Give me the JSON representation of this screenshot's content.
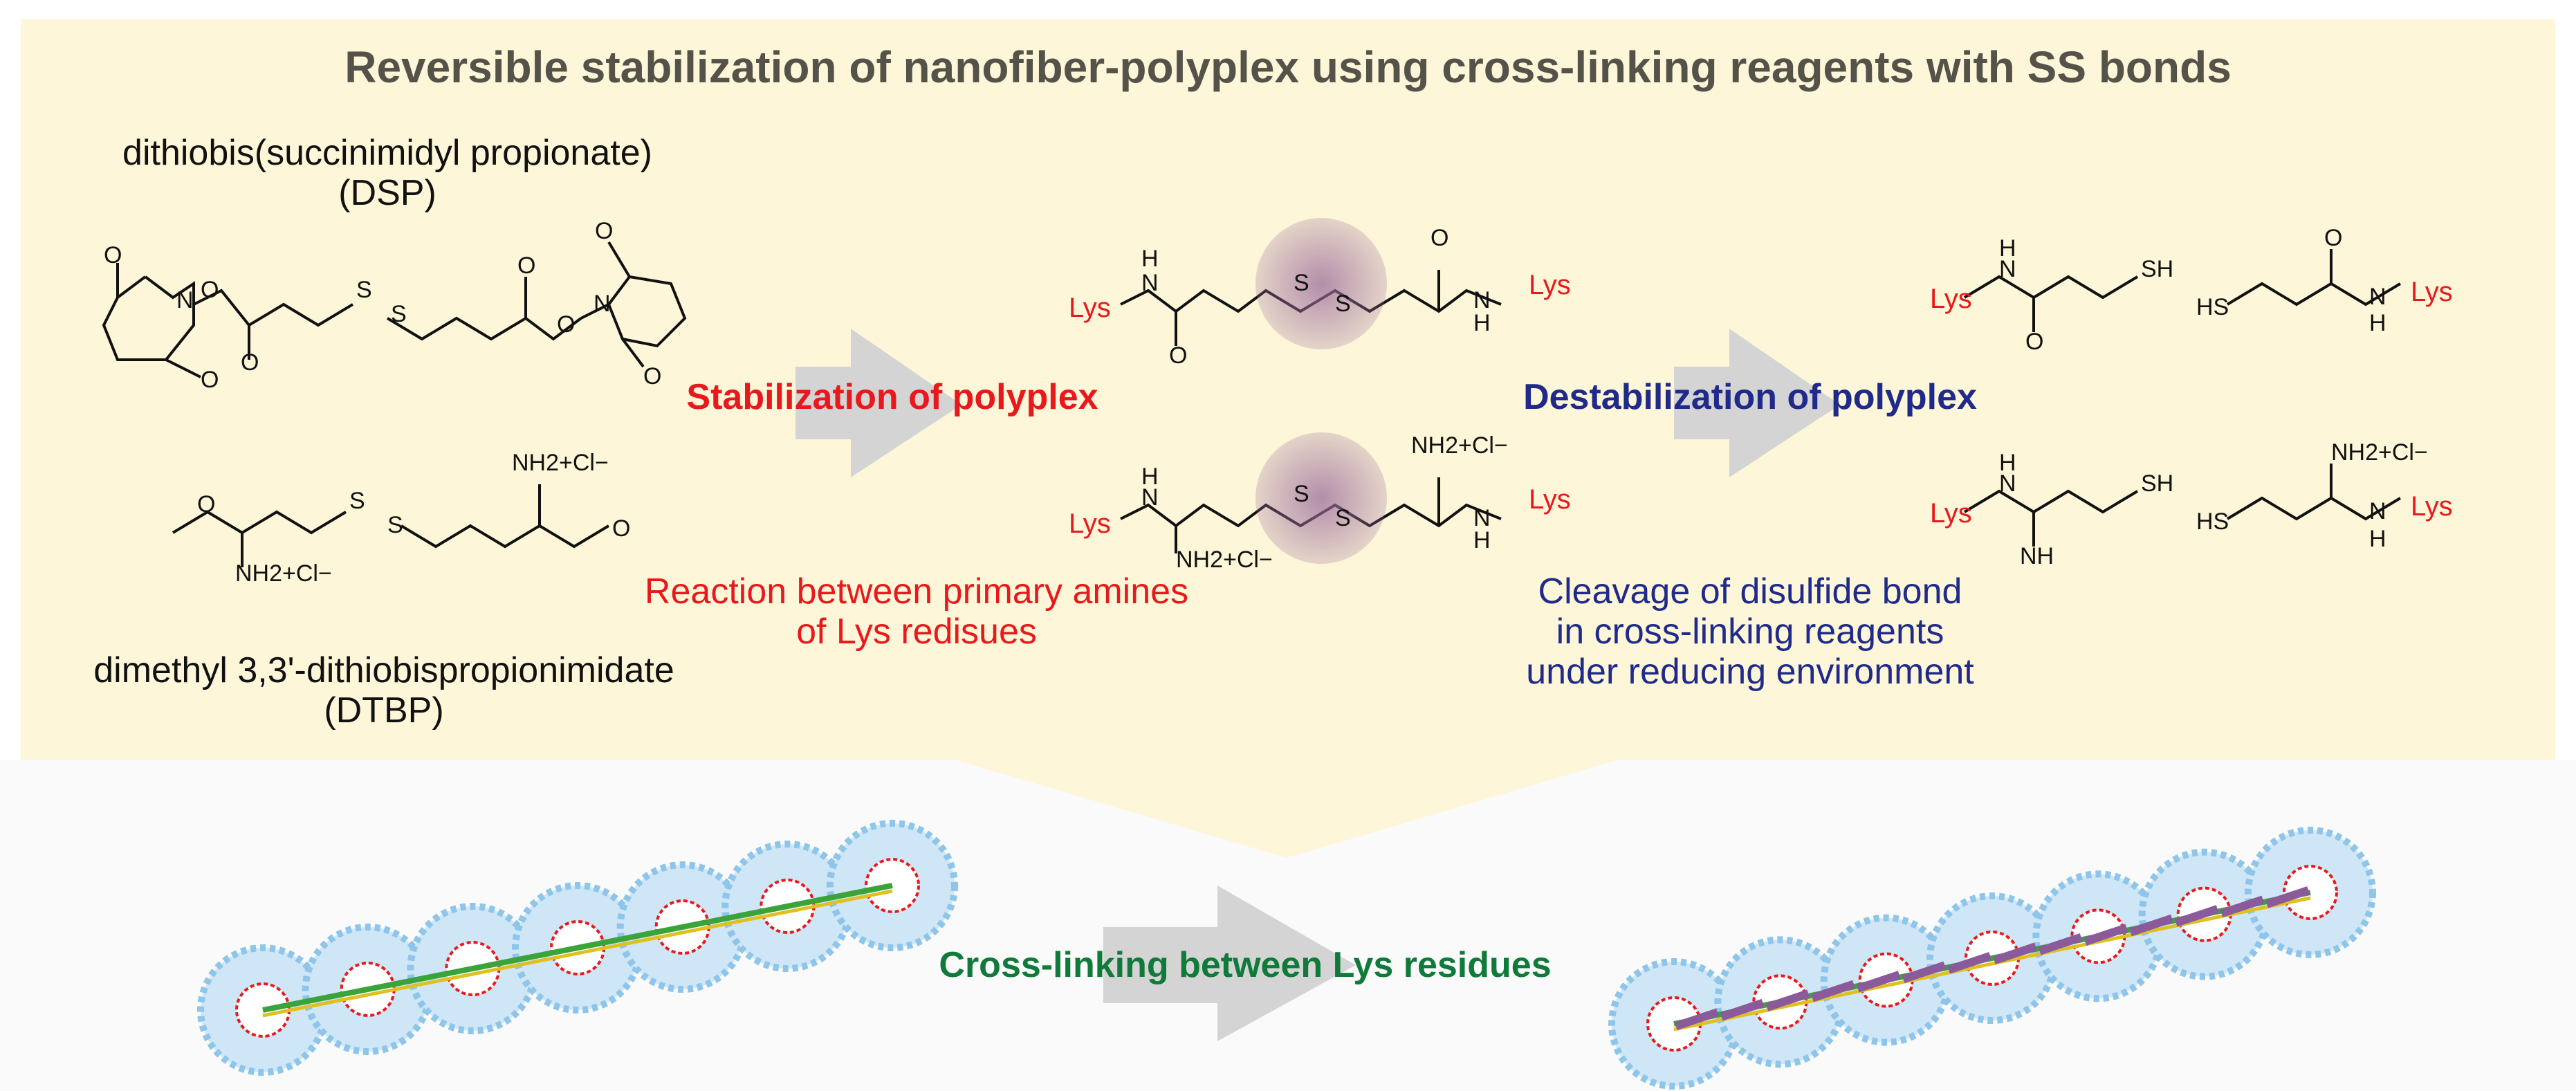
{
  "title": "Reversible stabilization of nanofiber-polyplex using cross-linking reagents with SS bonds",
  "reagents": {
    "dsp_name": "dithiobis(succinimidyl propionate)",
    "dsp_abbr": "(DSP)",
    "dtbp_name": "dimethyl 3,3'-dithiobispropionimidate",
    "dtbp_abbr": "(DTBP)"
  },
  "steps": {
    "stabilization": "Stabilization of polyplex",
    "destabilization": "Destabilization of polyplex",
    "reaction_line1": "Reaction between primary amines",
    "reaction_line2": "of Lys redisues",
    "cleavage_line1": "Cleavage of disulfide bond",
    "cleavage_line2": "in cross-linking reagents",
    "cleavage_line3": "under reducing environment",
    "crosslinking": "Cross-linking between Lys residues"
  },
  "chem_labels": {
    "lys": "Lys",
    "sh": "SH",
    "hs": "HS",
    "s": "S",
    "o": "O",
    "n": "N",
    "h": "H",
    "nh": "NH",
    "nh2_cl": "NH2+Cl−"
  },
  "colors": {
    "panel": "#fdf6d8",
    "title": "#555249",
    "red": "#e8191c",
    "blue": "#1f2a8a",
    "green": "#0f7a3a",
    "arrow": "#d4d4d4",
    "ss_glow": "#9a6b9a",
    "micelle_shell": "#8ec5ea",
    "micelle_core": "#e8191c"
  }
}
